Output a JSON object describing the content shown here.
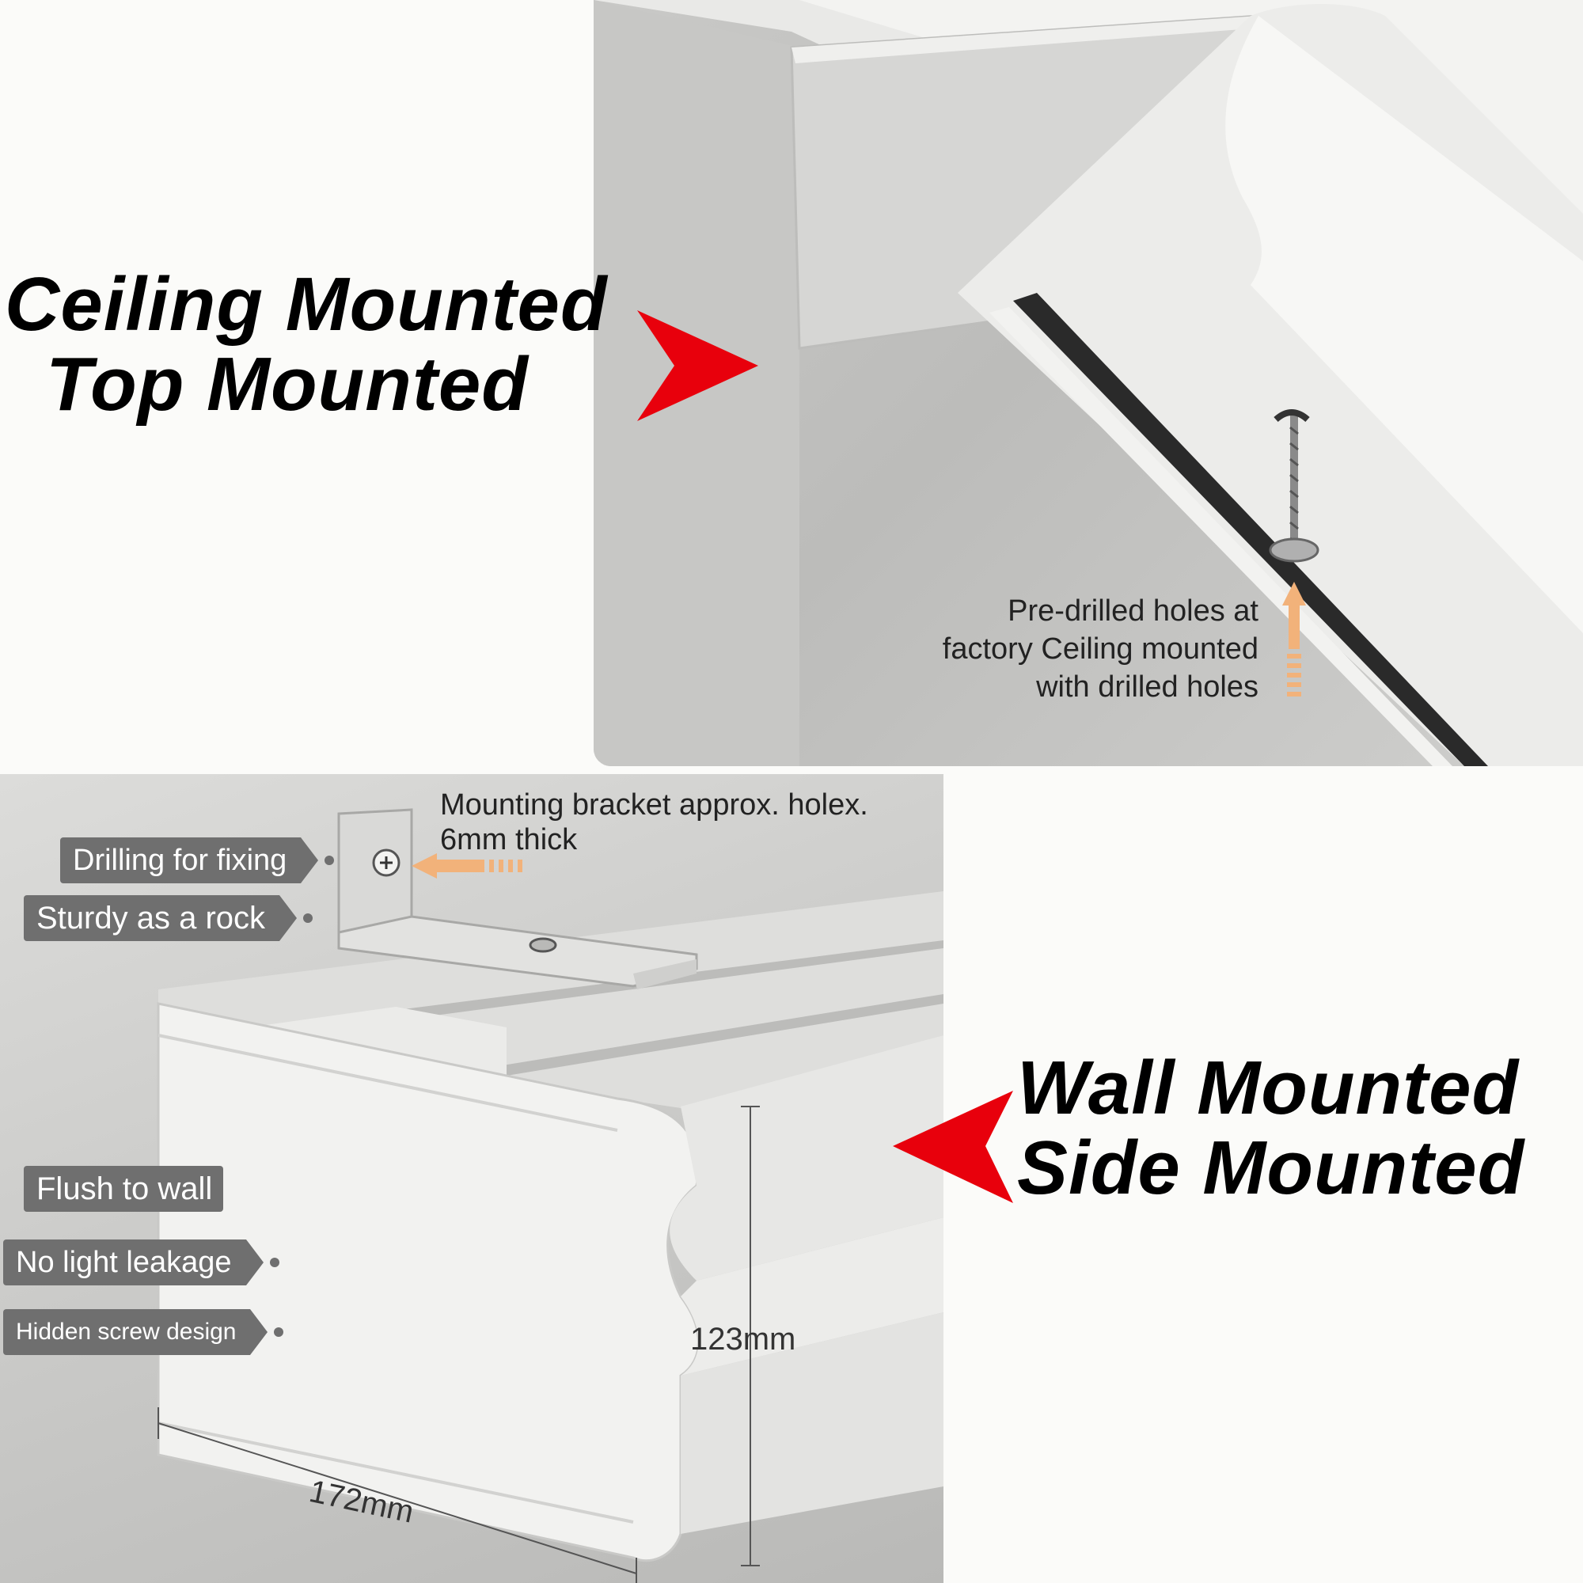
{
  "headings": {
    "ceiling_line1": "Ceiling Mounted",
    "ceiling_line2": "Top Mounted",
    "wall_line1": "Wall Mounted",
    "wall_line2": "Side Mounted"
  },
  "callouts": {
    "predrilled_line1": "Pre-drilled holes at",
    "predrilled_line2": "factory Ceiling mounted",
    "predrilled_line3": "with drilled holes",
    "bracket_line1": "Mounting bracket approx. holex.",
    "bracket_line2": "6mm thick"
  },
  "tags": {
    "drilling": "Drilling for fixing",
    "sturdy": "Sturdy as a rock",
    "flush": "Flush to wall",
    "no_light": "No light leakage",
    "hidden_screw": "Hidden screw design"
  },
  "dimensions": {
    "height": "123mm",
    "width": "172mm"
  },
  "colors": {
    "pointer_red": "#e8000c",
    "arrow_orange": "#f2b27a",
    "tag_gray": "#6f6f6f"
  }
}
